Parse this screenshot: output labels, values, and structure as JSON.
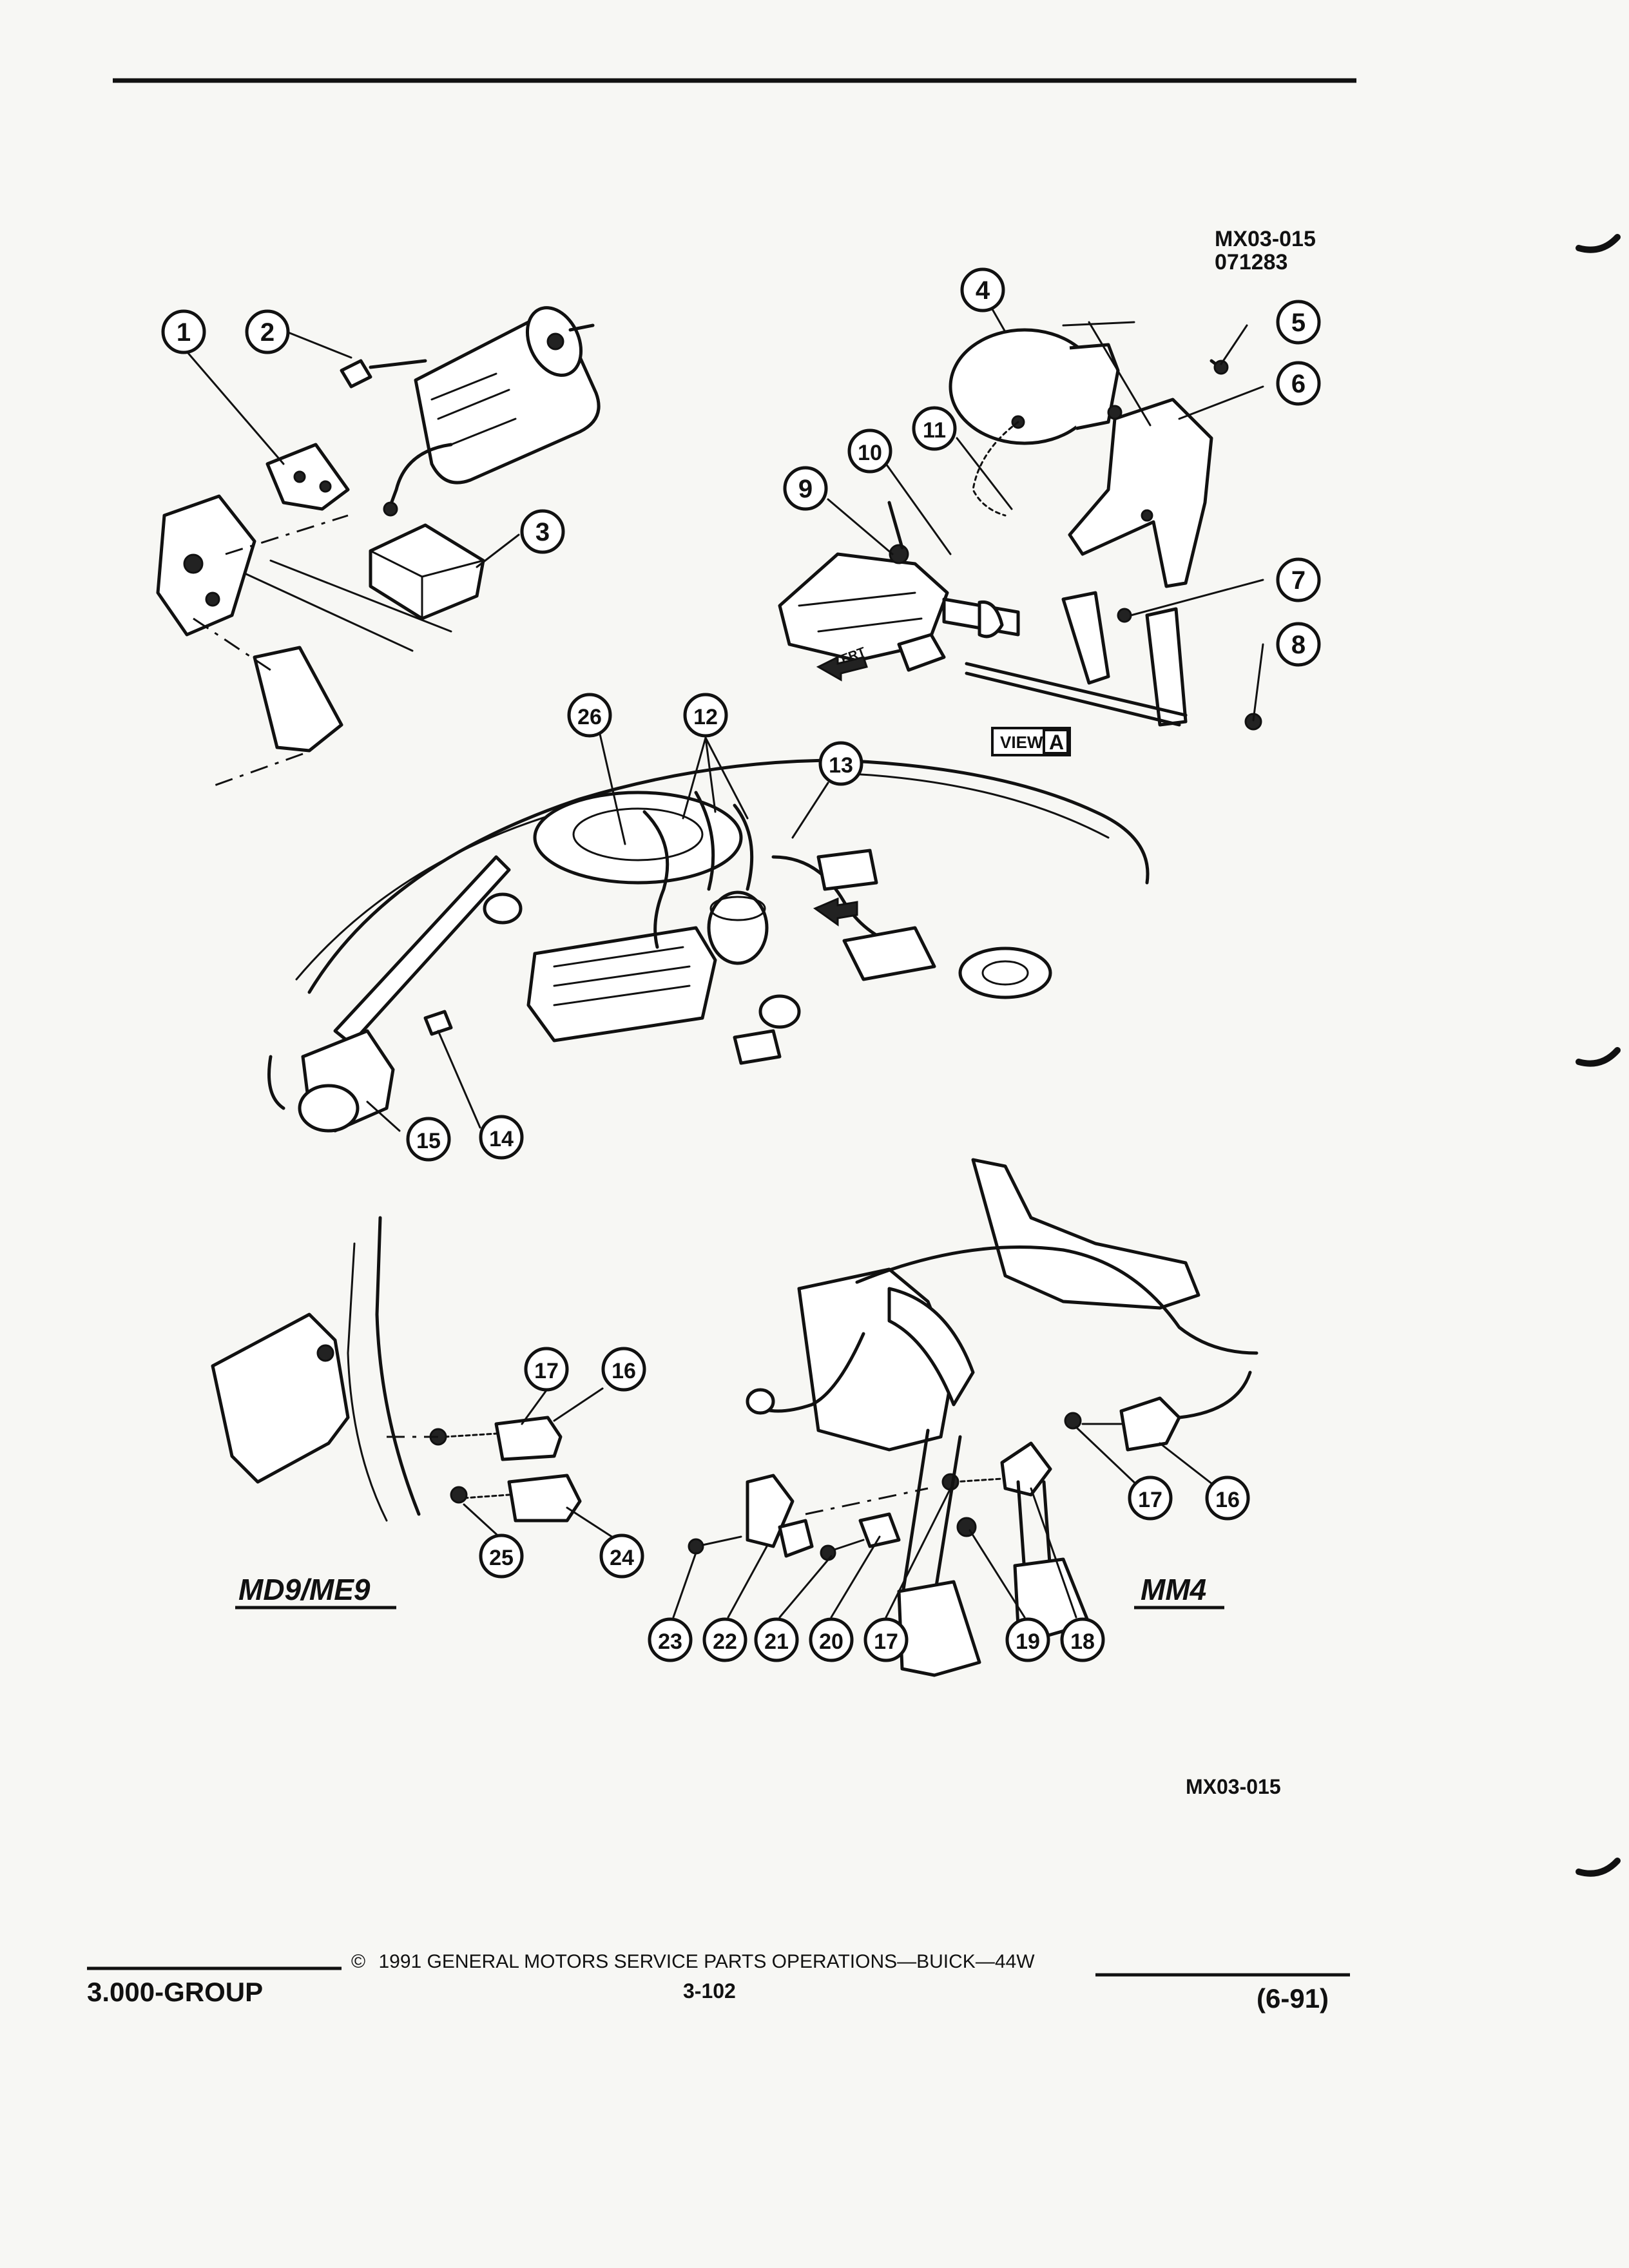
{
  "figure": {
    "code_top": "MX03-015",
    "date_code": "071283",
    "code_bottom": "MX03-015",
    "view_label": "VIEW",
    "view_letter": "A",
    "fwd_label": "FRT",
    "variant_left": "MD9/ME9",
    "variant_right": "MM4"
  },
  "callouts": [
    "1",
    "2",
    "3",
    "4",
    "5",
    "6",
    "7",
    "8",
    "9",
    "10",
    "11",
    "12",
    "13",
    "14",
    "15",
    "16",
    "17",
    "18",
    "19",
    "20",
    "21",
    "22",
    "23",
    "24",
    "25",
    "26"
  ],
  "footer": {
    "group": "3.000-GROUP",
    "copyright_symbol": "©",
    "copyright": "1991 GENERAL MOTORS SERVICE PARTS OPERATIONS—BUICK—44W",
    "page": "3-102",
    "date": "(6-91)"
  }
}
